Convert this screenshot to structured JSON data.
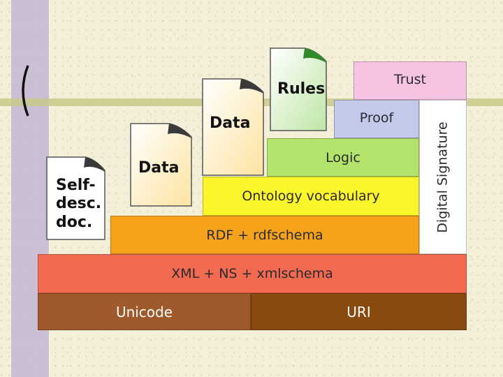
{
  "layers": {
    "unicode": "Unicode",
    "uri": "URI",
    "xml": "XML + NS + xmlschema",
    "rdf": "RDF + rdfschema",
    "ontology": "Ontology vocabulary",
    "logic": "Logic",
    "proof": "Proof",
    "trust": "Trust",
    "signature": "Digital Signature"
  },
  "documents": {
    "self_desc_line1": "Self-",
    "self_desc_line2": "desc.",
    "self_desc_line3": "doc.",
    "data1": "Data",
    "data2": "Data",
    "rules": "Rules"
  },
  "colors": {
    "unicode": "#a0592a",
    "uri": "#8a4a0f",
    "xml": "#f26a4f",
    "rdf": "#f7a21b",
    "ontology": "#fbf52c",
    "logic": "#b3e36a",
    "proof": "#c3c9ea",
    "trust": "#f7c3e3",
    "signature": "#ffffff"
  }
}
